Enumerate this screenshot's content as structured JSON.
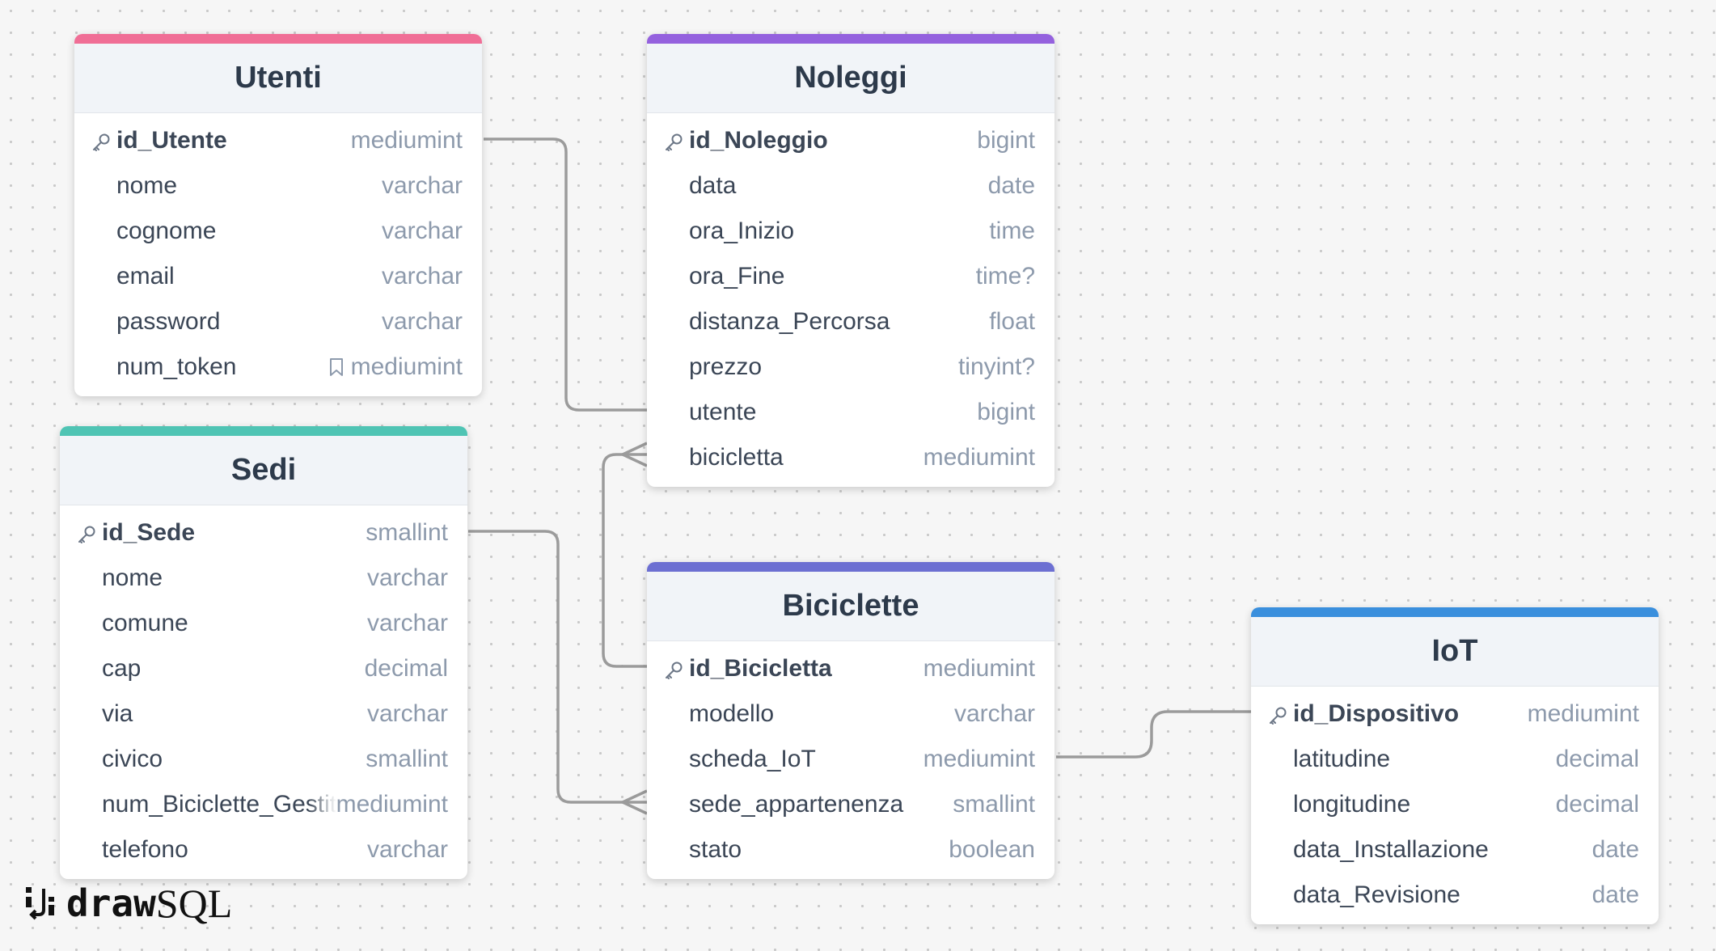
{
  "tables": {
    "utenti": {
      "title": "Utenti",
      "accent": "#f06e96",
      "columns": [
        {
          "name": "id_Utente",
          "type": "mediumint",
          "pk": true
        },
        {
          "name": "nome",
          "type": "varchar"
        },
        {
          "name": "cognome",
          "type": "varchar"
        },
        {
          "name": "email",
          "type": "varchar"
        },
        {
          "name": "password",
          "type": "varchar"
        },
        {
          "name": "num_token",
          "type": "mediumint",
          "indexed": true
        }
      ]
    },
    "noleggi": {
      "title": "Noleggi",
      "accent": "#9461de",
      "columns": [
        {
          "name": "id_Noleggio",
          "type": "bigint",
          "pk": true
        },
        {
          "name": "data",
          "type": "date"
        },
        {
          "name": "ora_Inizio",
          "type": "time"
        },
        {
          "name": "ora_Fine",
          "type": "time?"
        },
        {
          "name": "distanza_Percorsa",
          "type": "float"
        },
        {
          "name": "prezzo",
          "type": "tinyint?"
        },
        {
          "name": "utente",
          "type": "bigint"
        },
        {
          "name": "bicicletta",
          "type": "mediumint"
        }
      ]
    },
    "sedi": {
      "title": "Sedi",
      "accent": "#4fc4b4",
      "columns": [
        {
          "name": "id_Sede",
          "type": "smallint",
          "pk": true
        },
        {
          "name": "nome",
          "type": "varchar"
        },
        {
          "name": "comune",
          "type": "varchar"
        },
        {
          "name": "cap",
          "type": "decimal"
        },
        {
          "name": "via",
          "type": "varchar"
        },
        {
          "name": "civico",
          "type": "smallint"
        },
        {
          "name": "num_Biciclette_Gestite",
          "type": "mediumint"
        },
        {
          "name": "telefono",
          "type": "varchar"
        }
      ]
    },
    "biciclette": {
      "title": "Biciclette",
      "accent": "#6c6fd2",
      "columns": [
        {
          "name": "id_Bicicletta",
          "type": "mediumint",
          "pk": true
        },
        {
          "name": "modello",
          "type": "varchar"
        },
        {
          "name": "scheda_IoT",
          "type": "mediumint"
        },
        {
          "name": "sede_appartenenza",
          "type": "smallint"
        },
        {
          "name": "stato",
          "type": "boolean"
        }
      ]
    },
    "iot": {
      "title": "IoT",
      "accent": "#3a8fdd",
      "columns": [
        {
          "name": "id_Dispositivo",
          "type": "mediumint",
          "pk": true
        },
        {
          "name": "latitudine",
          "type": "decimal"
        },
        {
          "name": "longitudine",
          "type": "decimal"
        },
        {
          "name": "data_Installazione",
          "type": "date"
        },
        {
          "name": "data_Revisione",
          "type": "date"
        }
      ]
    }
  },
  "relations": [
    {
      "from": "Utenti.id_Utente",
      "to": "Noleggi.utente",
      "cardinality": "one-to-one"
    },
    {
      "from": "Biciclette.id_Bicicletta",
      "to": "Noleggi.bicicletta",
      "cardinality": "one-to-many"
    },
    {
      "from": "Sedi.id_Sede",
      "to": "Biciclette.sede_appartenenza",
      "cardinality": "one-to-many"
    },
    {
      "from": "IoT.id_Dispositivo",
      "to": "Biciclette.scheda_IoT",
      "cardinality": "one-to-one"
    }
  ],
  "logo": {
    "bold": "draw",
    "light": "SQL"
  }
}
